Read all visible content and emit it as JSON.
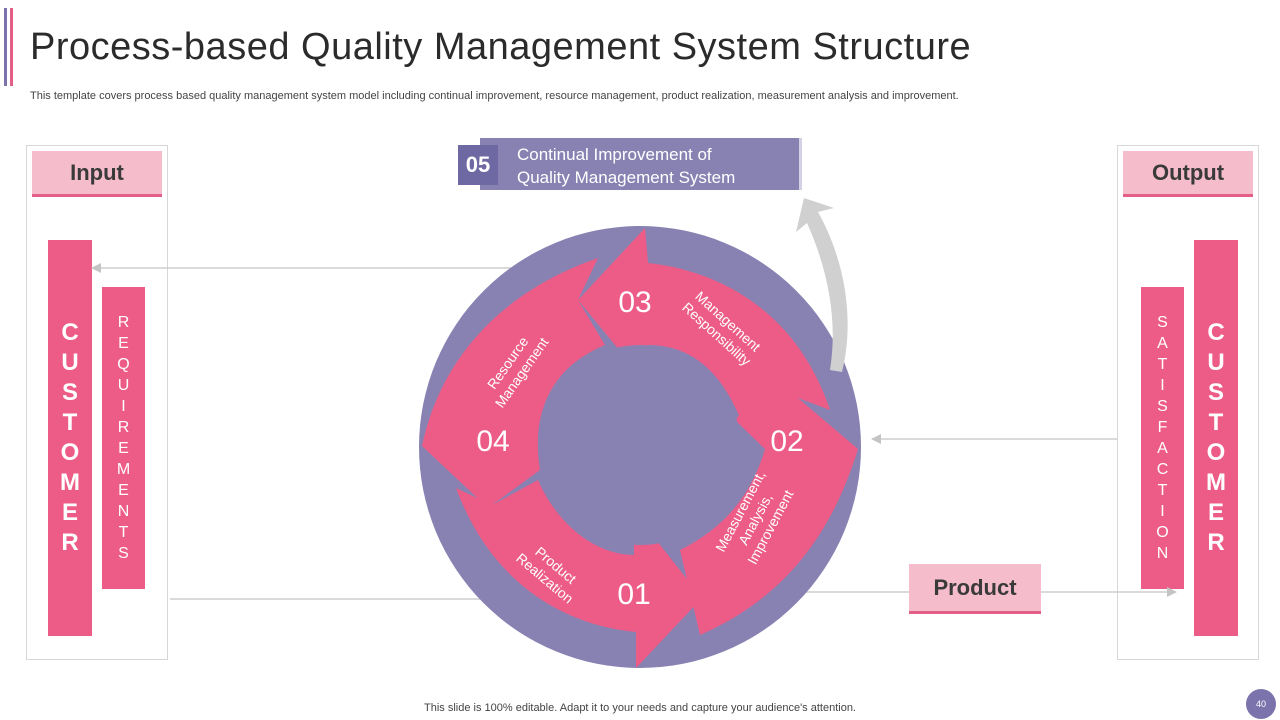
{
  "title": "Process-based Quality Management System Structure",
  "subtitle": "This template covers process based quality management system model including continual improvement, resource management, product realization, measurement analysis and improvement.",
  "input": {
    "header": "Input",
    "customer": [
      "C",
      "U",
      "S",
      "T",
      "O",
      "M",
      "E",
      "R"
    ],
    "requirements": [
      "R",
      "E",
      "Q",
      "U",
      "I",
      "R",
      "E",
      "M",
      "E",
      "N",
      "T",
      "S"
    ]
  },
  "output": {
    "header": "Output",
    "customer": [
      "C",
      "U",
      "S",
      "T",
      "O",
      "M",
      "E",
      "R"
    ],
    "satisfaction": [
      "S",
      "A",
      "T",
      "I",
      "S",
      "F",
      "A",
      "C",
      "T",
      "I",
      "O",
      "N"
    ]
  },
  "product_label": "Product",
  "step5": {
    "number": "05",
    "line1": "Continual Improvement of",
    "line2": "Quality Management System"
  },
  "cycle": {
    "s03": {
      "number": "03",
      "line1": "Management",
      "line2": "Responsibility"
    },
    "s02": {
      "number": "02",
      "line1": "Measurement,",
      "line2": "Analysis,",
      "line3": "Improvement"
    },
    "s01": {
      "number": "01",
      "line1": "Product",
      "line2": "Realization"
    },
    "s04": {
      "number": "04",
      "line1": "Resource",
      "line2": "Management"
    }
  },
  "footer": "This slide is 100% editable. Adapt it to your needs and capture your audience's attention.",
  "page_number": "40",
  "colors": {
    "pink": "#ec5c87",
    "light_pink": "#f5bccb",
    "purple": "#8882b3",
    "dark_purple": "#6f69a3",
    "gray_arrow": "#d0d0d0"
  }
}
